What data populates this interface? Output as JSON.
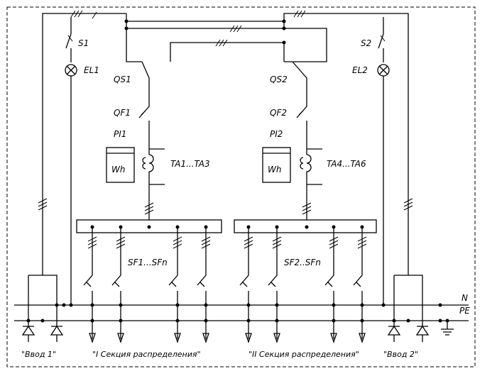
{
  "labels": {
    "s1": "S1",
    "s2": "S2",
    "el1": "EL1",
    "el2": "EL2",
    "qs1": "QS1",
    "qs2": "QS2",
    "qf1": "QF1",
    "qf2": "QF2",
    "pi1": "PI1",
    "pi2": "PI2",
    "meter1": "Wh",
    "meter2": "Wh",
    "ta1": "TA1...TA3",
    "ta2": "TA4...TA6",
    "sf1": "SF1...SFn",
    "sf2": "SF2..SFn",
    "n_bus": "N",
    "pe_bus": "PE",
    "input1": "\"Ввод 1\"",
    "section1": "\"I Секция распределения\"",
    "section2": "\"II Секция распределения\"",
    "input2": "\"Ввод 2\""
  }
}
